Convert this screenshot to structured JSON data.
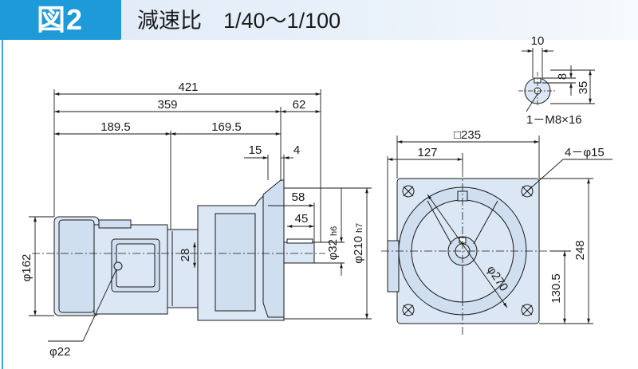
{
  "header": {
    "figure_label": "図2",
    "title": "減速比　1/40～1/100"
  },
  "dimensions": {
    "overall_length": "421",
    "length_359": "359",
    "shaft_62": "62",
    "len_189_5": "189.5",
    "len_169_5": "169.5",
    "flange_15": "15",
    "flange_4": "4",
    "shaft_58": "58",
    "shaft_45": "45",
    "motor_dia": "φ162",
    "motor_shaft": "φ22",
    "shaft_dia": "φ32",
    "shaft_tol": "h6",
    "spigot_dia": "φ210",
    "spigot_tol": "h7",
    "center_28": "28",
    "square_235": "□235",
    "half_127": "127",
    "bolt_holes": "4－φ15",
    "pcd_270": "φ270",
    "height_248": "248",
    "height_130_5": "130.5",
    "key_width": "10",
    "key_depth": "8",
    "key_height": "35",
    "tap_hole": "1－M8×16"
  },
  "colors": {
    "accent": "#1d9ad7",
    "body_fill": "#dbe7f4",
    "line": "#1a1a1a"
  }
}
